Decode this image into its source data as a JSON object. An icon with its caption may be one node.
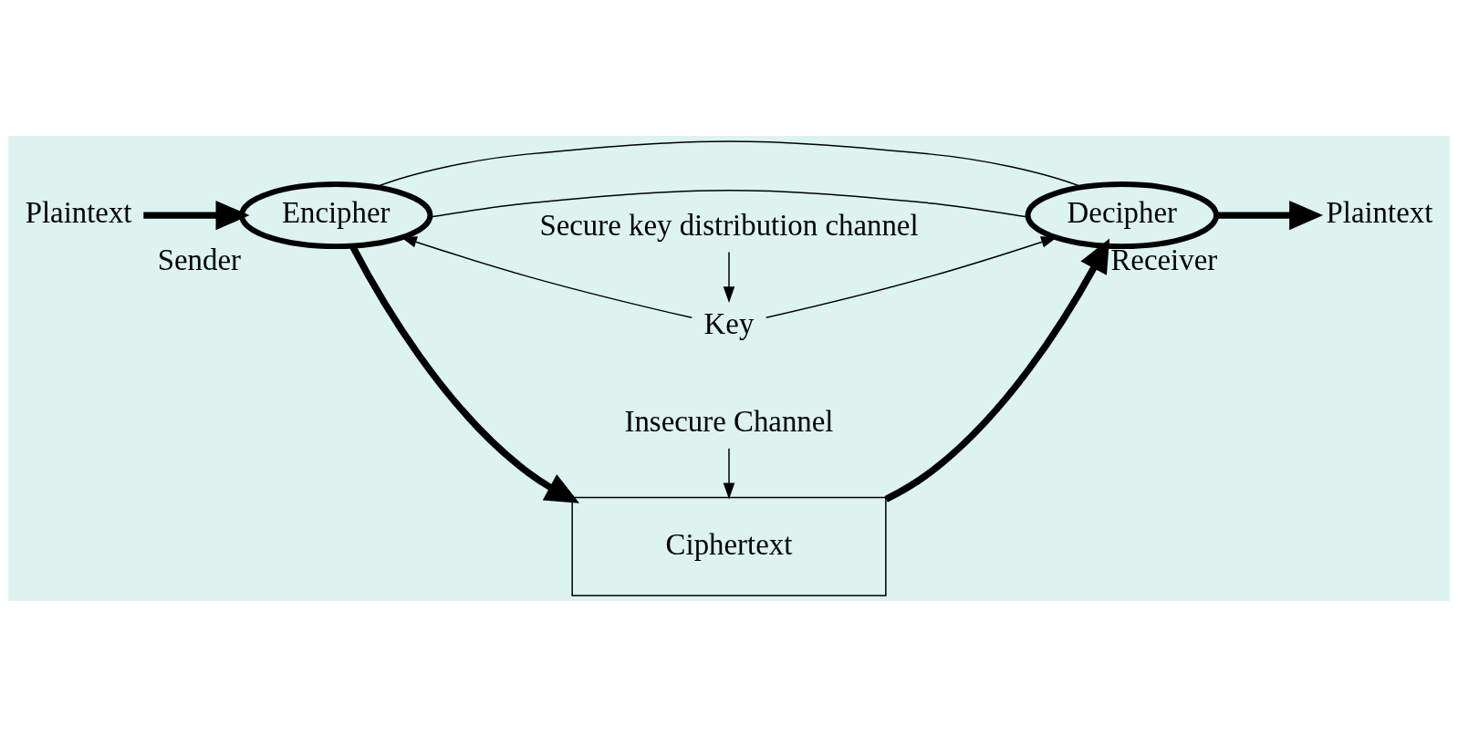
{
  "diagram": {
    "nodes": [
      {
        "text": [
          "Plaintext"
        ]
      },
      {
        "text": [
          "Encipher"
        ],
        "beside": [
          "Sender"
        ]
      },
      {
        "text": [
          "Insecure Channel"
        ]
      },
      {
        "text": [
          "Ciphertext"
        ]
      },
      {
        "text": [
          "Decipher"
        ],
        "beside": [
          "Receiver"
        ]
      },
      {
        "text": [
          "Plaintext"
        ]
      },
      {
        "text": [
          "Key"
        ]
      },
      {
        "text": [
          "Secure key distribution channel"
        ]
      }
    ],
    "edges": [
      {
        "from": 0,
        "to": 1,
        "arrow": "to",
        "style": "thick"
      },
      {
        "from": 1,
        "to": 3,
        "arrow": "to",
        "style": "thick"
      },
      {
        "from": 3,
        "to": 4,
        "arrow": "to",
        "style": "thick"
      },
      {
        "from": 4,
        "to": 5,
        "arrow": "to",
        "style": "thick"
      },
      {
        "from": 2,
        "to": 3,
        "arrow": "to"
      },
      {
        "from": 6,
        "to": 1,
        "arrow": "to"
      },
      {
        "from": 6,
        "to": 4,
        "arrow": "to"
      },
      {
        "from": 1,
        "to": 4,
        "arrow": "none"
      },
      {
        "from": 1,
        "to": 4,
        "arrow": "none"
      },
      {
        "from": 7,
        "to": 6,
        "arrow": "to"
      }
    ]
  }
}
